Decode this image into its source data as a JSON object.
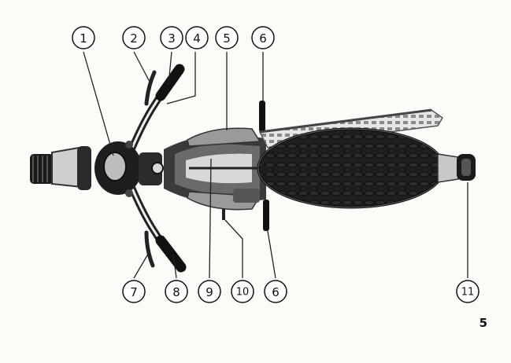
{
  "callouts": [
    {
      "id": "c1",
      "label": "1"
    },
    {
      "id": "c2",
      "label": "2"
    },
    {
      "id": "c3",
      "label": "3"
    },
    {
      "id": "c4",
      "label": "4"
    },
    {
      "id": "c5",
      "label": "5"
    },
    {
      "id": "c6a",
      "label": "6"
    },
    {
      "id": "c7",
      "label": "7"
    },
    {
      "id": "c8",
      "label": "8"
    },
    {
      "id": "c9",
      "label": "9"
    },
    {
      "id": "c10",
      "label": "10"
    },
    {
      "id": "c6b",
      "label": "6"
    },
    {
      "id": "c11",
      "label": "11"
    }
  ],
  "page_number": "5"
}
